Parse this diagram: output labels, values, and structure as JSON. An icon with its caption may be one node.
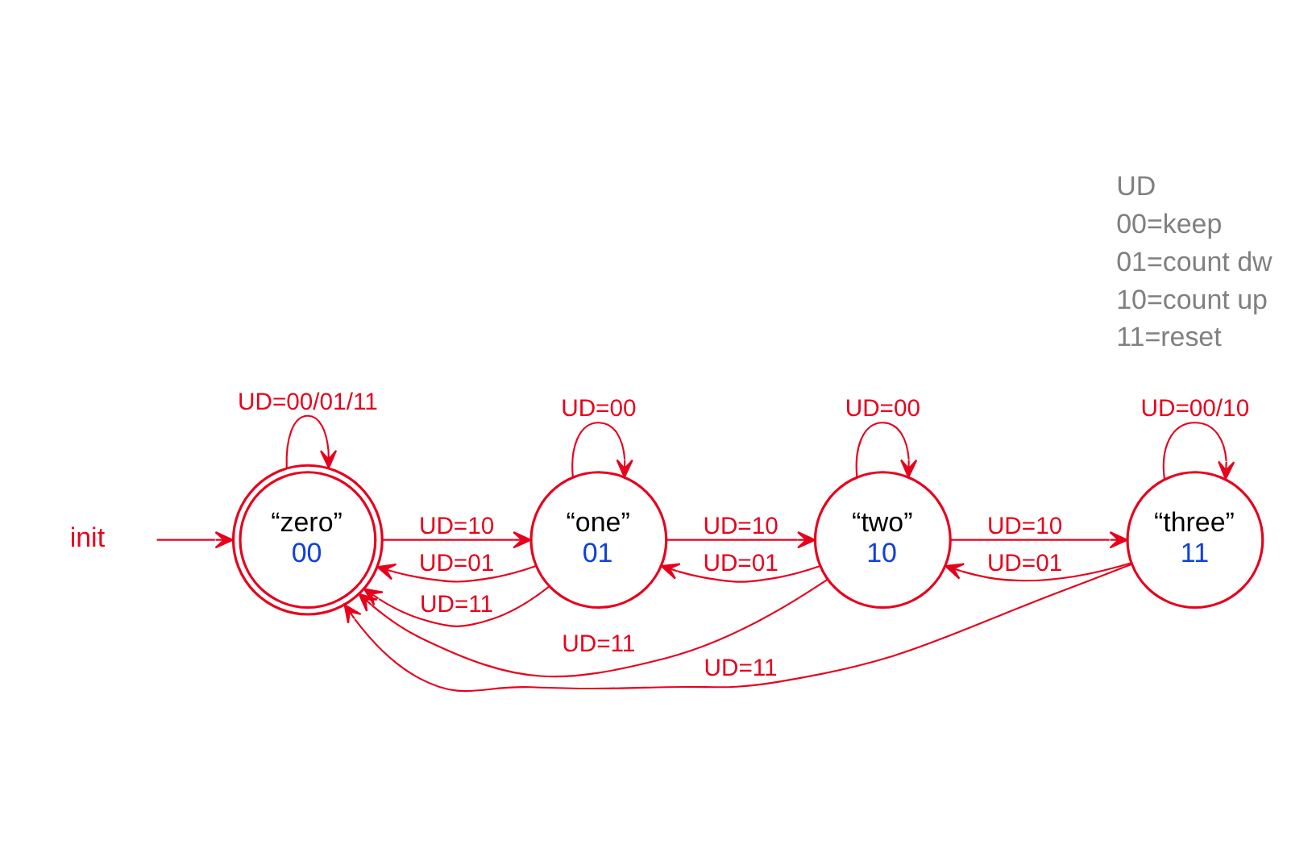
{
  "diagram": {
    "nodes": [
      {
        "text": [
          "“zero”",
          "00"
        ]
      },
      {
        "text": [
          "“one”",
          "01"
        ]
      },
      {
        "text": [
          "“two”",
          "10"
        ]
      },
      {
        "text": [
          "“three”",
          "11"
        ]
      },
      {
        "text": [
          "init"
        ]
      }
    ],
    "edges": [
      {
        "from": 0,
        "to": 0,
        "arrow": "to",
        "label": "UD=00/01/11"
      },
      {
        "from": 4,
        "to": 0,
        "arrow": "to"
      },
      {
        "from": 0,
        "to": 1,
        "arrow": "to",
        "label": "UD=10"
      },
      {
        "from": 1,
        "to": 1,
        "arrow": "to",
        "label": "UD=00"
      },
      {
        "from": 1,
        "to": 0,
        "arrow": "to",
        "label": "UD=01"
      },
      {
        "from": 1,
        "to": 0,
        "arrow": "to",
        "label": "UD=11"
      },
      {
        "from": 1,
        "to": 2,
        "arrow": "to",
        "label": "UD=10"
      },
      {
        "from": 2,
        "to": 2,
        "arrow": "to",
        "label": "UD=00"
      },
      {
        "from": 2,
        "to": 1,
        "arrow": "to",
        "label": "UD=01"
      },
      {
        "from": 2,
        "to": 0,
        "arrow": "to",
        "label": "UD=11"
      },
      {
        "from": 2,
        "to": 3,
        "arrow": "to",
        "label": "UD=10"
      },
      {
        "from": 3,
        "to": 2,
        "arrow": "to",
        "label": "UD=01"
      },
      {
        "from": 3,
        "to": 0,
        "arrow": "to",
        "label": "UD=11"
      },
      {
        "from": 3,
        "to": 3,
        "arrow": "to",
        "label": "UD=00/10"
      }
    ],
    "labels": [
      "UD",
      "00=keep",
      "01=count dw",
      "10=count up",
      "11=reset"
    ]
  }
}
